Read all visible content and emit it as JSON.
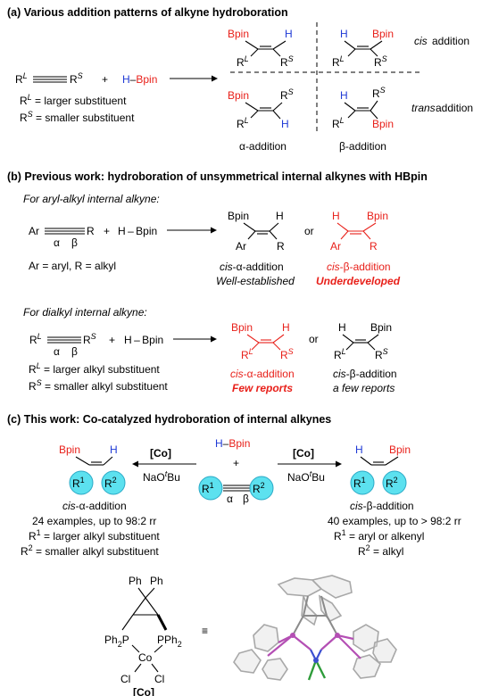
{
  "section_a": {
    "title": "(a) Various addition patterns of alkyne hydroboration",
    "rl": "R",
    "rl_sup": "L",
    "rs": "R",
    "rs_sup": "S",
    "plus": "+",
    "h_bpin_h": "H",
    "h_bpin_bpin": "Bpin",
    "def_rl_suffix": " =  larger substituent",
    "def_rs_suffix": " = smaller substituent",
    "bpin": "Bpin",
    "h": "H",
    "cis": "cis",
    "cis_rest": " addition",
    "trans": "trans",
    "trans_rest": " addition",
    "alpha_add": "α-addition",
    "beta_add": "β-addition"
  },
  "section_b": {
    "title": "(b) Previous work: hydroboration of unsymmetrical internal alkynes with HBpin",
    "aryl_caption": "For aryl-alkyl internal alkyne:",
    "ar": "Ar",
    "r": "R",
    "alpha": "α",
    "beta": "β",
    "h_minus_bpin": "H – Bpin",
    "bpin": "Bpin",
    "h": "H",
    "or": "or",
    "aryl_defs": "Ar = aryl, R = alkyl",
    "cis_prefix": "cis",
    "alpha_add": "-α-addition",
    "beta_add": "-β-addition",
    "well_established": "Well-established",
    "underdeveloped": "Underdeveloped",
    "dialkyl_caption": "For dialkyl internal alkyne:",
    "def_rl_suffix": " = larger alkyl substituent",
    "def_rs_suffix": " = smaller alkyl substituent",
    "few_reports": "Few reports",
    "a_few_reports": "a few reports"
  },
  "section_c": {
    "title": "(c) This work: Co-catalyzed hydroboration of internal alkynes",
    "co": "[Co]",
    "base": "NaO",
    "base_t": "t",
    "base_bu": "Bu",
    "bpin": "Bpin",
    "h": "H",
    "r": "R",
    "one": "1",
    "two": "2",
    "alpha": "α",
    "beta": "β",
    "plus": "+",
    "cis_prefix": "cis",
    "alpha_add": "-α-addition",
    "beta_add": "-β-addition",
    "left_examples": "24 examples, up to 98:2 rr",
    "left_r1": " = larger alkyl substituent",
    "left_r2": " = smaller alkyl substituent",
    "right_examples": "40 examples, up to > 98:2 rr",
    "right_r1": " = aryl or alkenyl",
    "right_r2": " = alkyl"
  },
  "catalyst": {
    "ph": "Ph",
    "ph2p": "Ph",
    "p": "P",
    "two": "2",
    "co": "Co",
    "cl": "Cl",
    "label": "[Co]",
    "equiv": "≡"
  }
}
